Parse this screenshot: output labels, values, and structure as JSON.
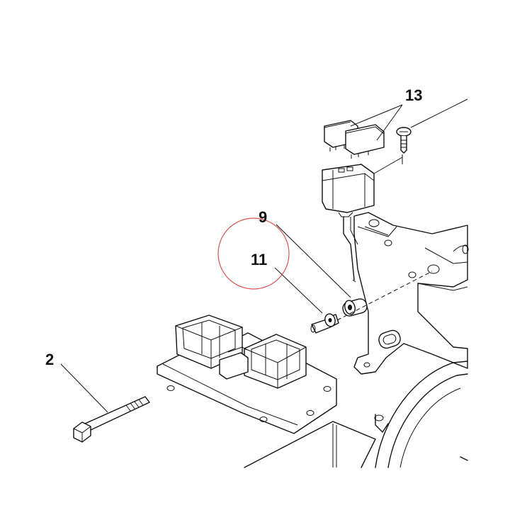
{
  "diagram": {
    "callouts": [
      {
        "id": "13",
        "text": "13"
      },
      {
        "id": "9",
        "text": "9"
      },
      {
        "id": "11",
        "text": "11"
      },
      {
        "id": "2",
        "text": "2"
      }
    ],
    "highlight_color": "#d9534f",
    "line_color": "#111111"
  }
}
